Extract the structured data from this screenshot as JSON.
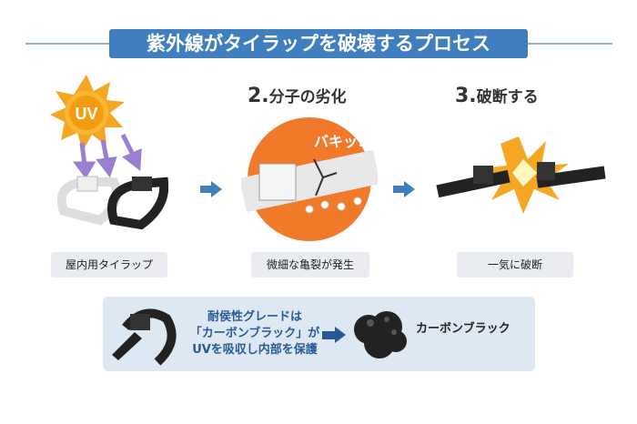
{
  "title": "紫外線がタイラップを破壊するプロセス",
  "steps": [
    {
      "num": "2.",
      "title": "分子の劣化"
    },
    {
      "num": "3.",
      "title": "破断する"
    }
  ],
  "sun_label": "UV",
  "burst_text": "バキッ!",
  "labels": [
    "屋内用タイラップ",
    "微細な亀裂が発生",
    "一気に破断"
  ],
  "bottom": {
    "line1": "耐侯性グレードは",
    "line2": "「カーボンブラック」が",
    "line3": "UVを吸収し内部を保護",
    "carbon_label": "カーボンブラック"
  },
  "colors": {
    "accent": "#3f7fc0",
    "orange": "#f07a2a",
    "sun": "#f5a623"
  }
}
